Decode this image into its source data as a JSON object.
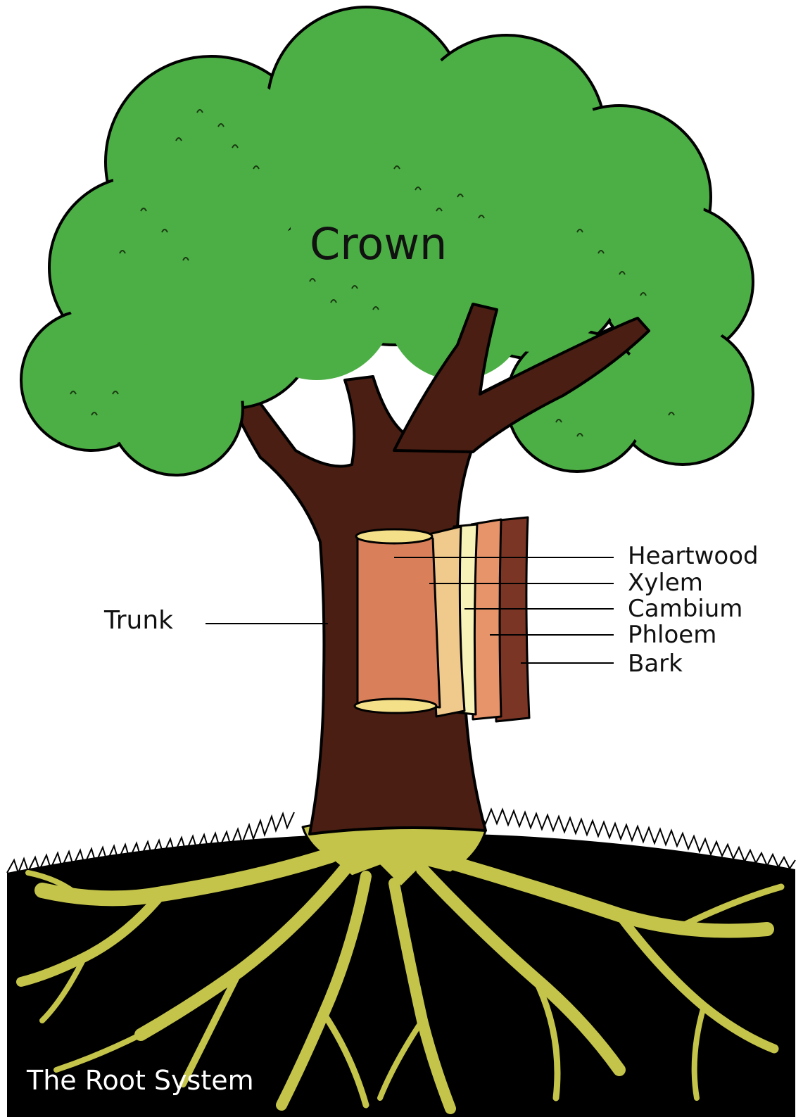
{
  "diagram": {
    "labels": {
      "crown": "Crown",
      "trunk": "Trunk",
      "heartwood": "Heartwood",
      "xylem": "Xylem",
      "cambium": "Cambium",
      "phloem": "Phloem",
      "bark": "Bark",
      "root_system": "The Root System"
    },
    "colors": {
      "foliage": "#4caf45",
      "foliage_dark": "#2e7d2a",
      "trunk": "#4a1e12",
      "heartwood": "#d9805a",
      "xylem": "#f0c98c",
      "cambium": "#f7f2b8",
      "phloem": "#e8946a",
      "bark": "#7a3524",
      "roots": "#c4c44a",
      "soil": "#000000"
    }
  }
}
